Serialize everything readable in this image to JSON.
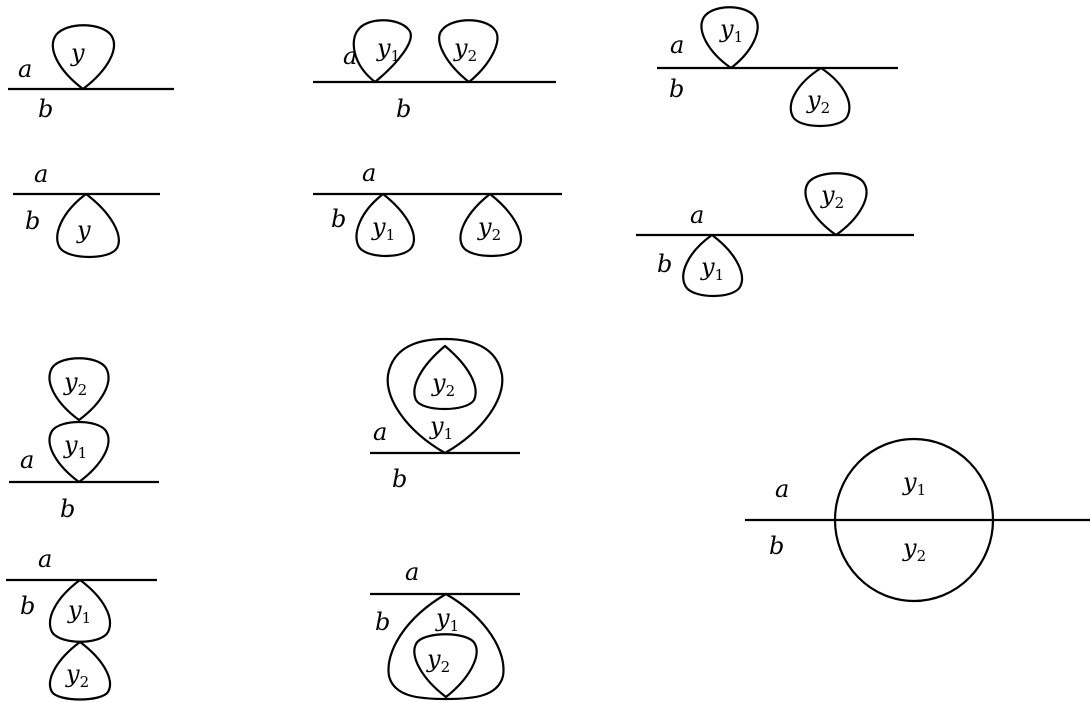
{
  "labels": {
    "a": "a",
    "b": "b",
    "y": "y",
    "one": "1",
    "two": "2"
  }
}
